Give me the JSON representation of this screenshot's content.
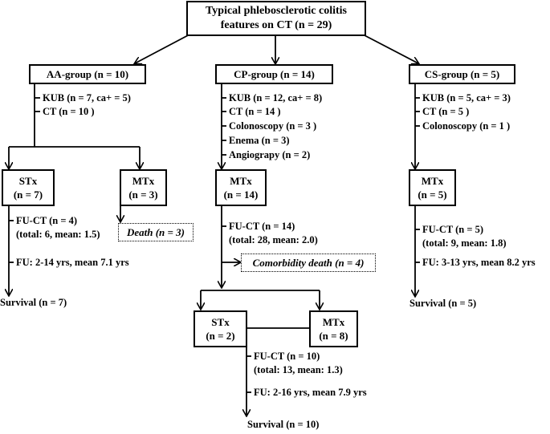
{
  "root": {
    "line1": "Typical phlebosclerotic colitis",
    "line2": "features on CT (n = 29)"
  },
  "aa": {
    "title": "AA-group (n = 10)",
    "kub": "KUB (n = 7, ca+ = 5)",
    "ct": "CT (n = 10 )",
    "stx": {
      "label": "STx",
      "n": "(n = 7)"
    },
    "mtx": {
      "label": "MTx",
      "n": "(n = 3)"
    },
    "fuct1": "FU-CT (n = 4)",
    "fuct2": "(total: 6, mean: 1.5)",
    "fu": "FU: 2-14 yrs, mean 7.1 yrs",
    "survival": "Survival (n = 7)",
    "death": "Death (n = 3)"
  },
  "cp": {
    "title": "CP-group (n = 14)",
    "kub": "KUB (n = 12, ca+ = 8)",
    "ct": "CT (n = 14 )",
    "colonoscopy": "Colonoscopy (n = 3 )",
    "enema": "Enema (n = 3)",
    "angio": "Angiograpy (n = 2)",
    "mtx": {
      "label": "MTx",
      "n": "(n = 14)"
    },
    "fuct1": "FU-CT (n = 14)",
    "fuct2": "(total: 28, mean: 2.0)",
    "comorbidity": "Comorbidity death (n = 4)",
    "stx2": {
      "label": "STx",
      "n": "(n = 2)"
    },
    "mtx2": {
      "label": "MTx",
      "n": "(n = 8)"
    },
    "fuct3": "FU-CT (n = 10)",
    "fuct4": "(total: 13, mean: 1.3)",
    "fu": "FU: 2-16 yrs, mean 7.9 yrs",
    "survival": "Survival (n = 10)"
  },
  "cs": {
    "title": "CS-group (n = 5)",
    "kub": "KUB (n = 5, ca+ = 3)",
    "ct": "CT (n = 5 )",
    "colonoscopy": "Colonoscopy (n = 1 )",
    "mtx": {
      "label": "MTx",
      "n": "(n = 5)"
    },
    "fuct1": "FU-CT (n = 5)",
    "fuct2": "(total: 9, mean: 1.8)",
    "fu": "FU: 3-13 yrs, mean 8.2 yrs",
    "survival": "Survival (n = 5)"
  }
}
